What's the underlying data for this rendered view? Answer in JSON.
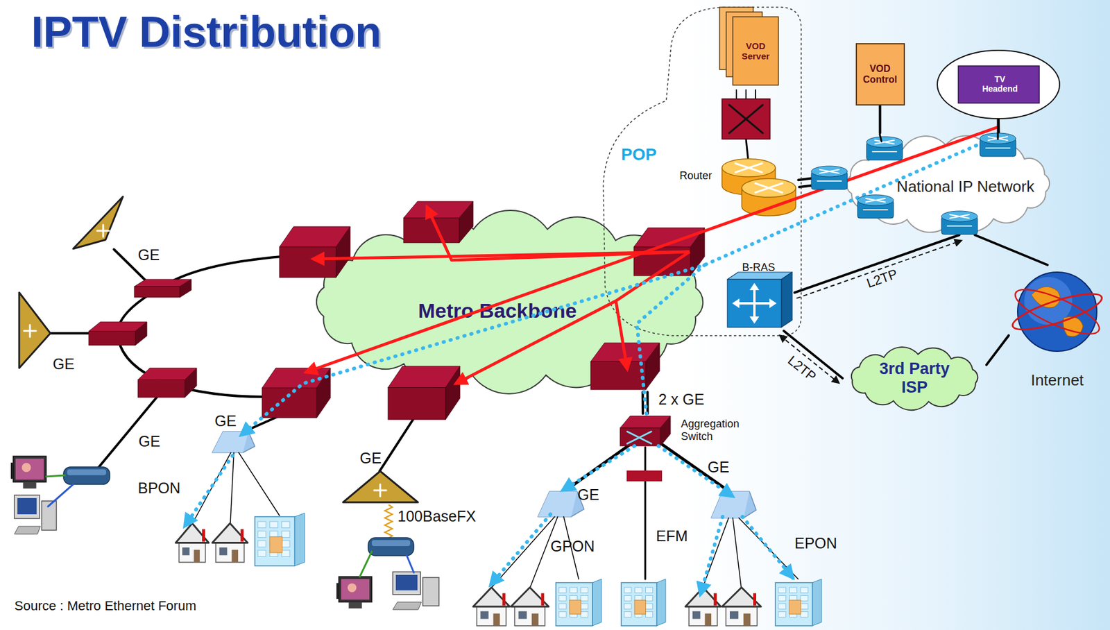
{
  "diagram": {
    "title": "IPTV Distribution",
    "caption": "Source : Metro Ethernet Forum",
    "nodes": [
      {
        "text": [
          "Metro Backbone"
        ]
      },
      {
        "text": [
          "POP"
        ]
      },
      {
        "text": [
          "VOD Server"
        ],
        "in": 1
      },
      {
        "text": [
          "Router"
        ],
        "in": 1
      },
      {
        "text": [
          "B-RAS"
        ],
        "in": 1
      },
      {
        "text": [
          "VOD Control"
        ]
      },
      {
        "text": [
          "TV Headend"
        ]
      },
      {
        "text": [
          "National IP Network"
        ]
      },
      {
        "text": [
          "3rd Party ISP"
        ]
      },
      {
        "text": [
          "Internet"
        ]
      },
      {
        "text": [
          "Aggregation Switch"
        ]
      }
    ],
    "edges": [
      {
        "from": 3,
        "to": 7,
        "arrow": "none"
      },
      {
        "from": 5,
        "to": 7,
        "arrow": "none"
      },
      {
        "from": 6,
        "to": 7,
        "arrow": "none"
      },
      {
        "from": 4,
        "to": 7,
        "label": "L2TP",
        "arrow": "to"
      },
      {
        "from": 4,
        "to": 8,
        "label": "L2TP",
        "arrow": "both"
      },
      {
        "from": 8,
        "to": 9,
        "arrow": "none"
      },
      {
        "from": 7,
        "to": 9,
        "arrow": "none"
      },
      {
        "from": 10,
        "to": 0,
        "label": "2 x GE",
        "arrow": "none"
      }
    ],
    "labels": [
      "GE",
      "GE",
      "GE",
      "GE",
      "GE",
      "GE",
      "GE",
      "BPON",
      "100BaseFX",
      "GPON",
      "EFM",
      "EPON"
    ]
  }
}
